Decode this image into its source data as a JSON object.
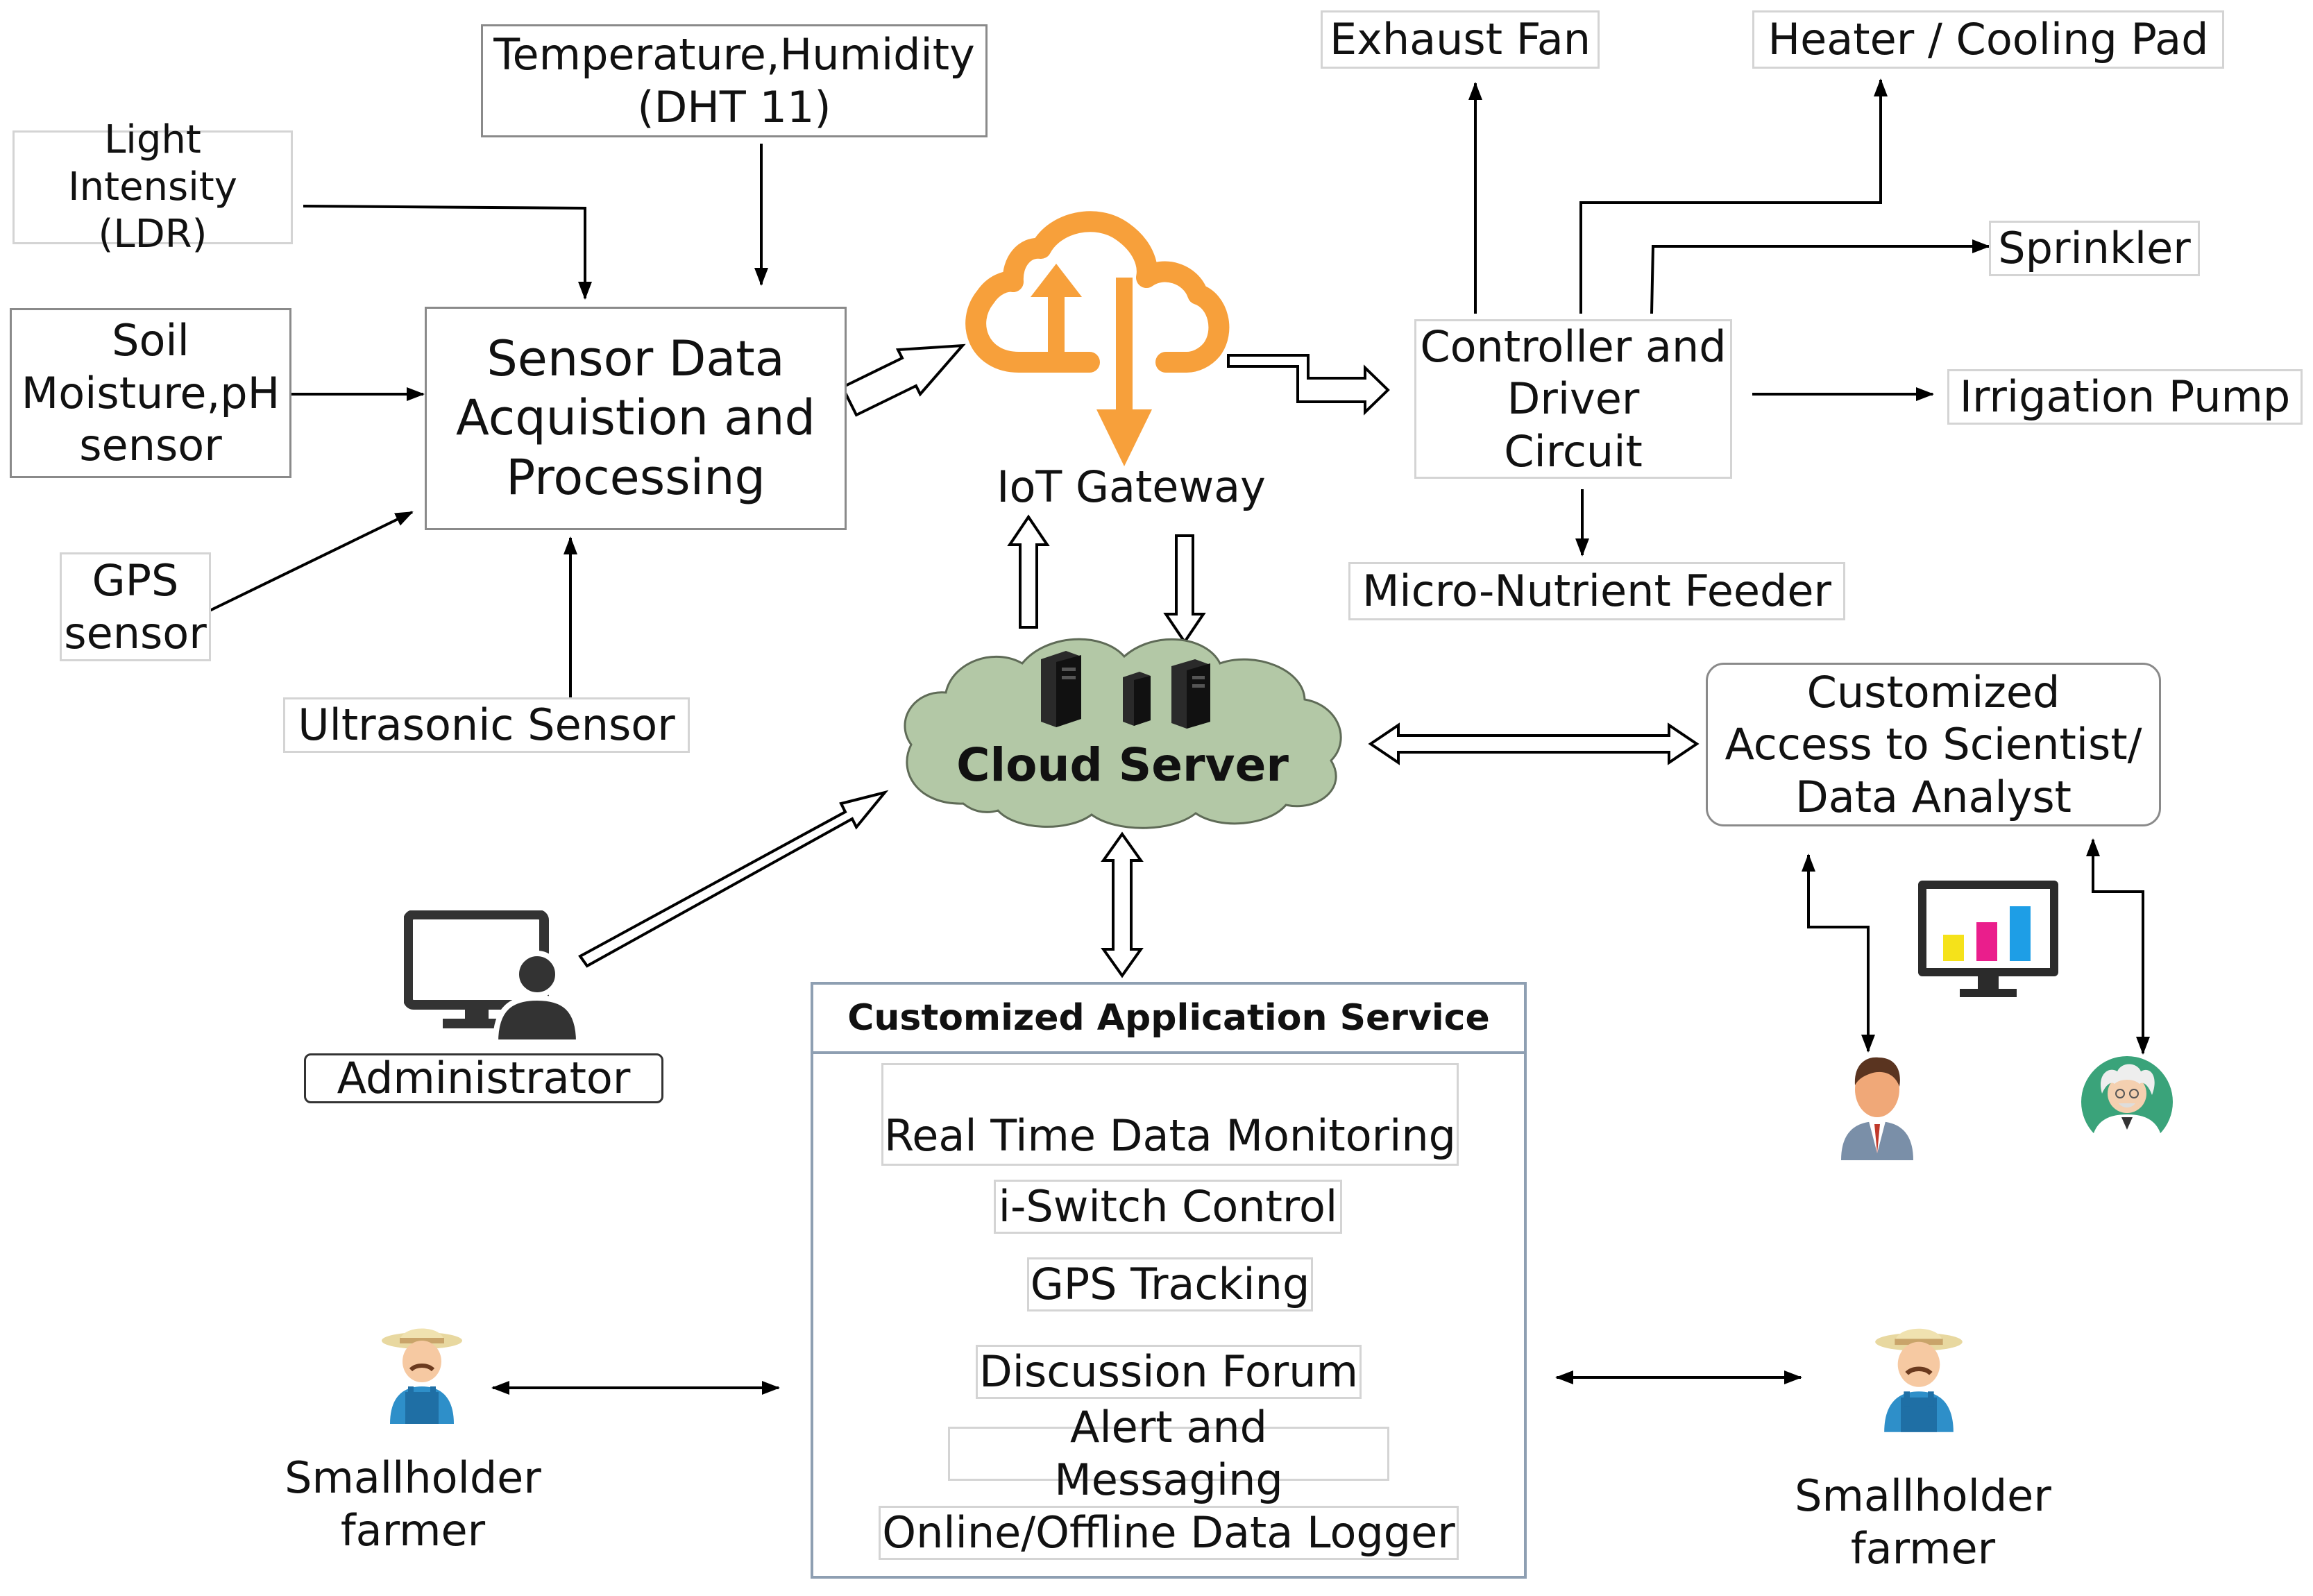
{
  "sensors": {
    "temp_humidity": [
      "Temperature,Humidity",
      "(DHT 11)"
    ],
    "light": [
      "Light Intensity",
      "(LDR)"
    ],
    "soil": [
      "Soil",
      "Moisture,pH",
      "sensor"
    ],
    "gps": [
      "GPS",
      "sensor"
    ],
    "ultrasonic": "Ultrasonic Sensor"
  },
  "processing": [
    "Sensor Data",
    "Acquistion and",
    "Processing"
  ],
  "gateway": {
    "label": "IoT Gateway"
  },
  "controller": [
    "Controller and",
    "Driver",
    "Circuit"
  ],
  "actuators": {
    "exhaust_fan": "Exhaust Fan",
    "heater": "Heater / Cooling Pad",
    "sprinkler": "Sprinkler",
    "irrigation_pump": "Irrigation Pump",
    "micro_nutrient": "Micro-Nutrient Feeder"
  },
  "cloud_server": {
    "label": "Cloud Server"
  },
  "scientist_access": [
    "Customized",
    "Access to Scientist/",
    "Data Analyst"
  ],
  "administrator": "Administrator",
  "app_service": {
    "title": "Customized Application Service",
    "items": [
      "Real Time Data Monitoring",
      "i-Switch Control",
      "GPS Tracking",
      "Discussion Forum",
      "Alert and Messaging",
      "Online/Offline Data Logger"
    ]
  },
  "farmer_left": [
    "Smallholder",
    "farmer"
  ],
  "farmer_right": [
    "Smallholder",
    "farmer"
  ],
  "colors": {
    "gateway_orange": "#f7a03b",
    "cloud_green": "#b3c8a6",
    "monitor_bar_yellow": "#f5e21a",
    "monitor_bar_magenta": "#ea1e8c",
    "monitor_bar_blue": "#1e9ee6"
  },
  "chart_data": {
    "type": "bar",
    "values": [
      0.4,
      0.58,
      0.82
    ]
  }
}
